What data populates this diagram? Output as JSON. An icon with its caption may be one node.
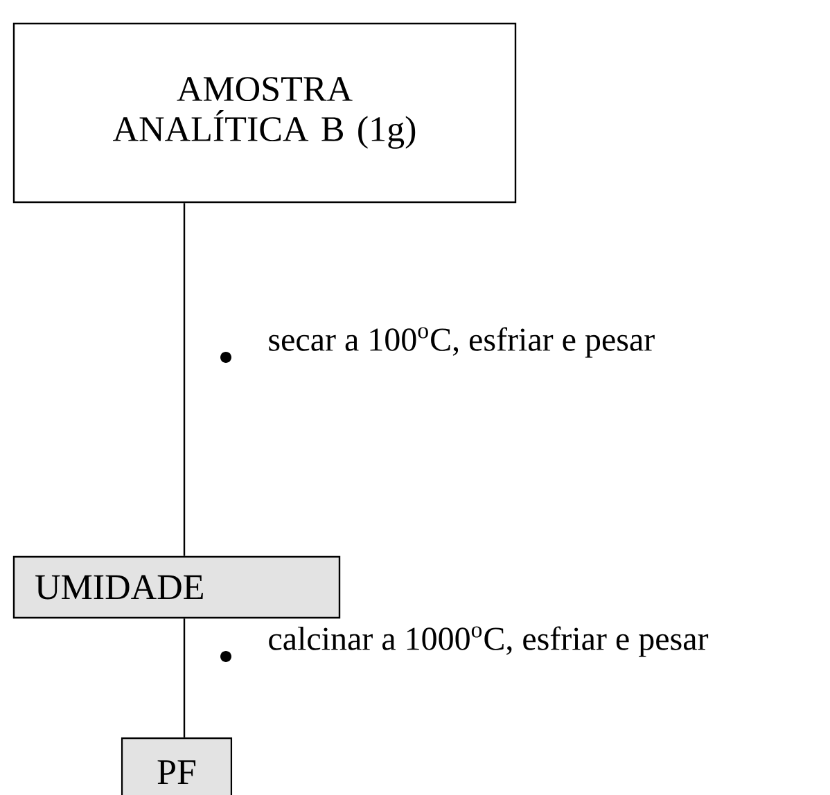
{
  "diagram": {
    "nodes": [
      {
        "text": [
          "AMOSTRA ANALÍTICA B (1g)"
        ]
      },
      {
        "text": [
          "UMIDADE"
        ]
      },
      {
        "text": [
          "PF"
        ]
      }
    ],
    "edges": [
      {
        "from": 0,
        "to": 1,
        "arrow": "none",
        "label": "secar a 100$^{o}$C, esfriar e pesar"
      },
      {
        "from": 1,
        "to": 2,
        "arrow": "none",
        "label": "calcinar a 1000$^{o}$C, esfriar e pesar"
      }
    ]
  }
}
